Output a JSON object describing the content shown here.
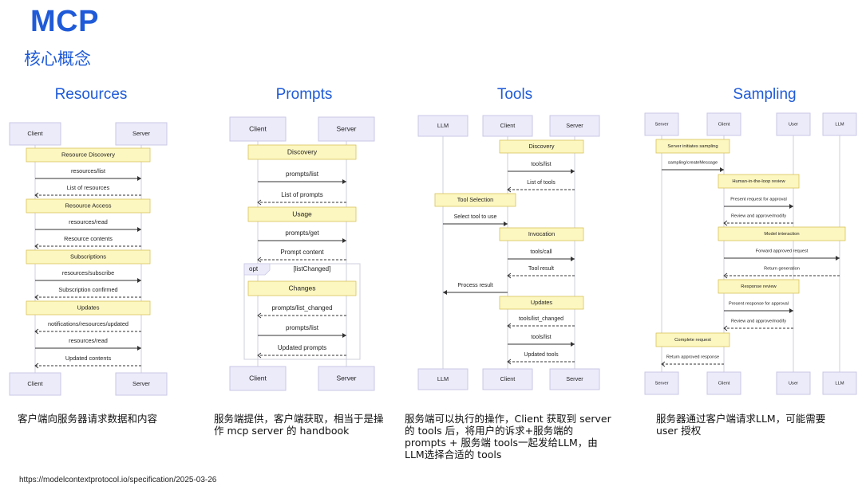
{
  "header": {
    "title": "MCP",
    "subtitle": "核心概念"
  },
  "footer": {
    "url": "https://modelcontextprotocol.io/specification/2025-03-26"
  },
  "sections": [
    {
      "title": "Resources",
      "participants": [
        "Client",
        "Server"
      ],
      "groups": [
        "Resource Discovery",
        "Resource Access",
        "Subscriptions",
        "Updates"
      ],
      "messages": [
        "resources/list",
        "List of resources",
        "resources/read",
        "Resource contents",
        "resources/subscribe",
        "Subscription confirmed",
        "notifications/resources/updated",
        "resources/read",
        "Updated contents"
      ],
      "description": "客户端向服务器请求数据和内容"
    },
    {
      "title": "Prompts",
      "participants": [
        "Client",
        "Server"
      ],
      "groups": [
        "Discovery",
        "Usage",
        "Changes"
      ],
      "opt_label": "opt",
      "opt_condition": "[listChanged]",
      "messages": [
        "prompts/list",
        "List of prompts",
        "prompts/get",
        "Prompt content",
        "prompts/list_changed",
        "prompts/list",
        "Updated prompts"
      ],
      "description": "服务端提供，客户端获取，相当于是操作 mcp server 的 handbook"
    },
    {
      "title": "Tools",
      "participants": [
        "LLM",
        "Client",
        "Server"
      ],
      "groups": [
        "Discovery",
        "Tool Selection",
        "Invocation",
        "Updates"
      ],
      "messages": [
        "tools/list",
        "List of tools",
        "Select tool to use",
        "tools/call",
        "Tool result",
        "Process result",
        "tools/list_changed",
        "tools/list",
        "Updated tools"
      ],
      "description": "服务端可以执行的操作，Client 获取到 server 的 tools 后，将用户的诉求+服务端的prompts + 服务端 tools一起发给LLM，由LLM选择合适的 tools"
    },
    {
      "title": "Sampling",
      "participants": [
        "Server",
        "Client",
        "User",
        "LLM"
      ],
      "groups": [
        "Server initiates sampling",
        "Human-in-the-loop review",
        "Model interaction",
        "Response review",
        "Complete request"
      ],
      "messages": [
        "sampling/createMessage",
        "Present request for approval",
        "Review and approve/modify",
        "Forward approved request",
        "Return generation",
        "Present response for approval",
        "Review and approve/modify",
        "Return approved response"
      ],
      "description": "服务器通过客户端请求LLM，可能需要 user 授权"
    }
  ]
}
